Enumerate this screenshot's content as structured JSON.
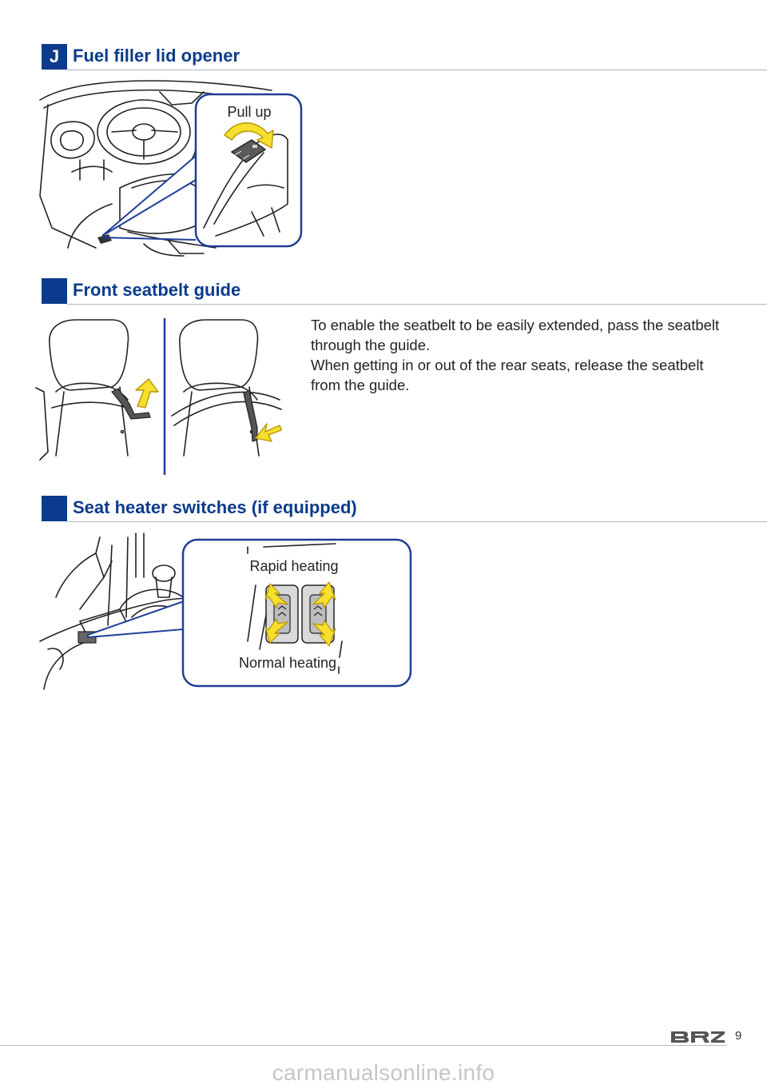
{
  "sections": [
    {
      "marker": "J",
      "title": "Fuel filler lid opener"
    },
    {
      "marker": "",
      "title": "Front seatbelt guide"
    },
    {
      "marker": "",
      "title": "Seat heater switches (if equipped)"
    }
  ],
  "fuel_lid": {
    "callout": "Pull up"
  },
  "seatbelt": {
    "paragraph1": "To enable the seatbelt to be easily extended, pass the seatbelt through the guide.",
    "paragraph2": "When getting in or out of the rear seats, release the seatbelt from the guide."
  },
  "seat_heater": {
    "rapid_label": "Rapid heating",
    "normal_label": "Normal heating"
  },
  "footer": {
    "logo": "BRZ",
    "page_number": "9",
    "watermark": "carmanualsonline.info"
  },
  "colors": {
    "accent": "#0b3b8c",
    "arrow_fill": "#f6df2e",
    "arrow_stroke": "#b89400",
    "rule": "#a9b6c8"
  }
}
